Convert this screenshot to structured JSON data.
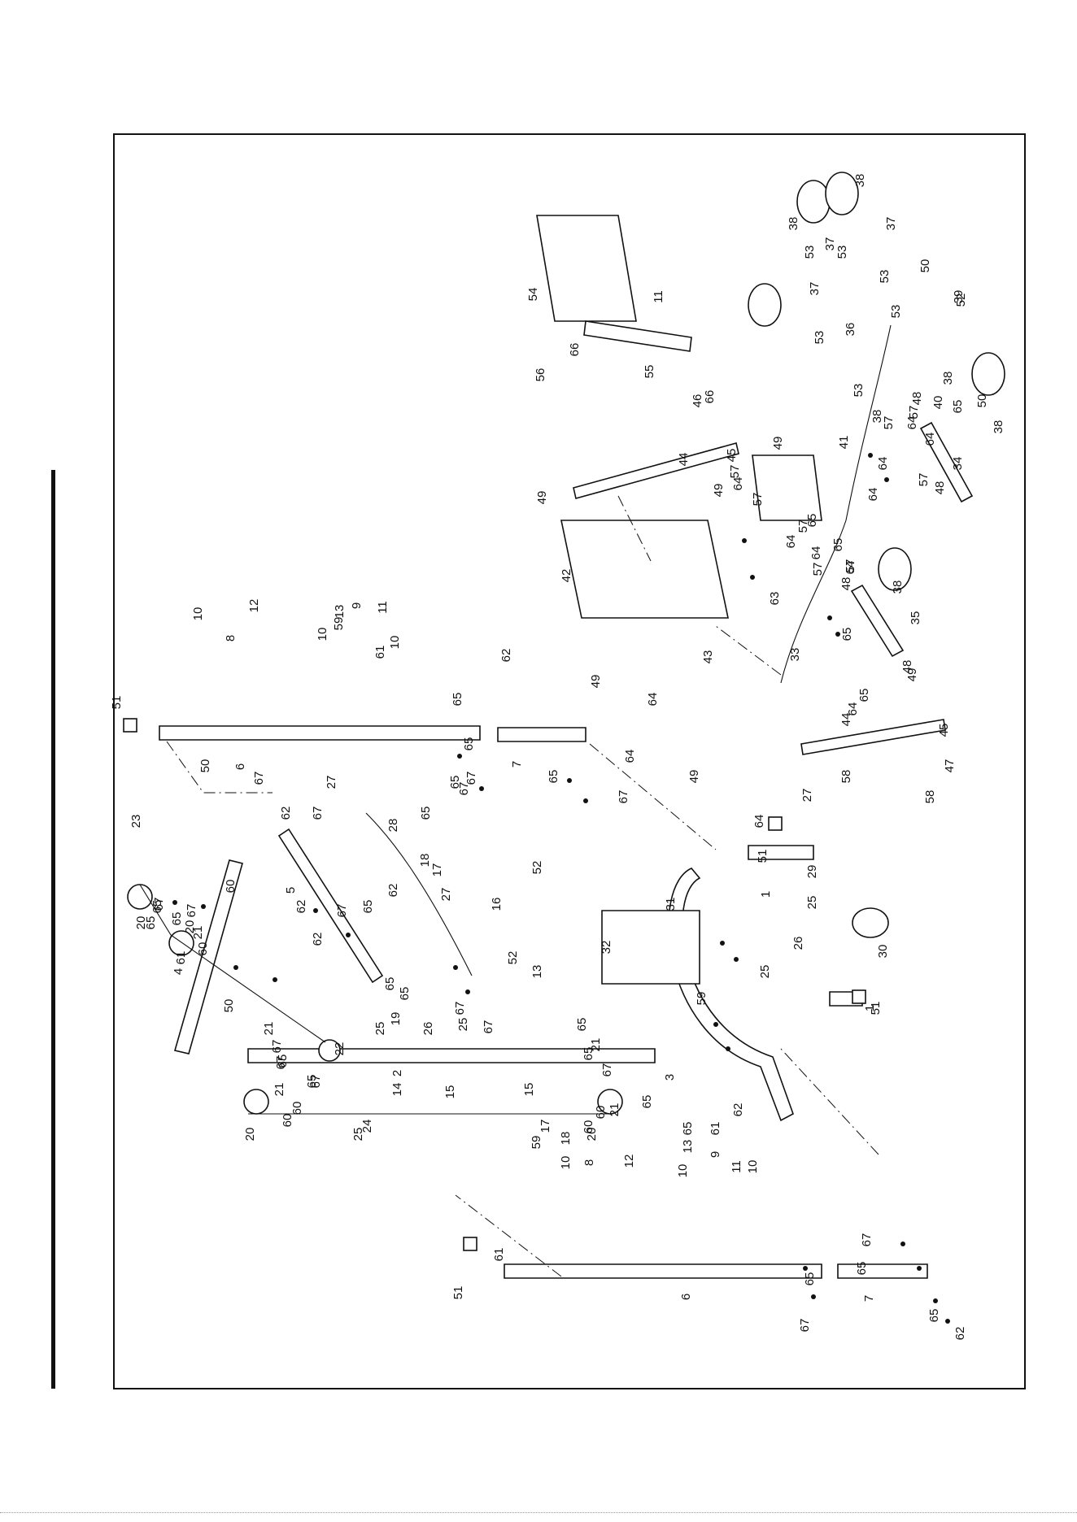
{
  "diagram": {
    "type": "exploded-parts-diagram",
    "rotation": "rotated 90 degrees counter-clockwise",
    "callouts": [
      {
        "n": "1"
      },
      {
        "n": "1"
      },
      {
        "n": "2"
      },
      {
        "n": "3"
      },
      {
        "n": "4"
      },
      {
        "n": "5"
      },
      {
        "n": "6"
      },
      {
        "n": "6"
      },
      {
        "n": "7"
      },
      {
        "n": "7"
      },
      {
        "n": "8"
      },
      {
        "n": "8"
      },
      {
        "n": "9"
      },
      {
        "n": "9"
      },
      {
        "n": "10"
      },
      {
        "n": "10"
      },
      {
        "n": "10"
      },
      {
        "n": "10"
      },
      {
        "n": "10"
      },
      {
        "n": "10"
      },
      {
        "n": "11"
      },
      {
        "n": "11"
      },
      {
        "n": "11"
      },
      {
        "n": "12"
      },
      {
        "n": "12"
      },
      {
        "n": "13"
      },
      {
        "n": "13"
      },
      {
        "n": "13"
      },
      {
        "n": "14"
      },
      {
        "n": "15"
      },
      {
        "n": "15"
      },
      {
        "n": "16"
      },
      {
        "n": "17"
      },
      {
        "n": "17"
      },
      {
        "n": "18"
      },
      {
        "n": "18"
      },
      {
        "n": "19"
      },
      {
        "n": "20"
      },
      {
        "n": "20"
      },
      {
        "n": "20"
      },
      {
        "n": "20"
      },
      {
        "n": "21"
      },
      {
        "n": "21"
      },
      {
        "n": "21"
      },
      {
        "n": "21"
      },
      {
        "n": "21"
      },
      {
        "n": "22"
      },
      {
        "n": "23"
      },
      {
        "n": "24"
      },
      {
        "n": "25"
      },
      {
        "n": "25"
      },
      {
        "n": "25"
      },
      {
        "n": "25"
      },
      {
        "n": "25"
      },
      {
        "n": "26"
      },
      {
        "n": "26"
      },
      {
        "n": "27"
      },
      {
        "n": "27"
      },
      {
        "n": "27"
      },
      {
        "n": "28"
      },
      {
        "n": "29"
      },
      {
        "n": "30"
      },
      {
        "n": "31"
      },
      {
        "n": "32"
      },
      {
        "n": "33"
      },
      {
        "n": "34"
      },
      {
        "n": "35"
      },
      {
        "n": "36"
      },
      {
        "n": "37"
      },
      {
        "n": "37"
      },
      {
        "n": "37"
      },
      {
        "n": "38"
      },
      {
        "n": "38"
      },
      {
        "n": "38"
      },
      {
        "n": "38"
      },
      {
        "n": "38"
      },
      {
        "n": "38"
      },
      {
        "n": "39"
      },
      {
        "n": "40"
      },
      {
        "n": "41"
      },
      {
        "n": "42"
      },
      {
        "n": "43"
      },
      {
        "n": "44"
      },
      {
        "n": "44"
      },
      {
        "n": "45"
      },
      {
        "n": "45"
      },
      {
        "n": "46"
      },
      {
        "n": "47"
      },
      {
        "n": "48"
      },
      {
        "n": "48"
      },
      {
        "n": "48"
      },
      {
        "n": "48"
      },
      {
        "n": "49"
      },
      {
        "n": "49"
      },
      {
        "n": "49"
      },
      {
        "n": "49"
      },
      {
        "n": "49"
      },
      {
        "n": "49"
      },
      {
        "n": "50"
      },
      {
        "n": "50"
      },
      {
        "n": "50"
      },
      {
        "n": "50"
      },
      {
        "n": "51"
      },
      {
        "n": "51"
      },
      {
        "n": "51"
      },
      {
        "n": "51"
      },
      {
        "n": "52"
      },
      {
        "n": "52"
      },
      {
        "n": "52"
      },
      {
        "n": "53"
      },
      {
        "n": "53"
      },
      {
        "n": "53"
      },
      {
        "n": "53"
      },
      {
        "n": "53"
      },
      {
        "n": "53"
      },
      {
        "n": "54"
      },
      {
        "n": "55"
      },
      {
        "n": "56"
      },
      {
        "n": "57"
      },
      {
        "n": "57"
      },
      {
        "n": "57"
      },
      {
        "n": "57"
      },
      {
        "n": "57"
      },
      {
        "n": "57"
      },
      {
        "n": "57"
      },
      {
        "n": "57"
      },
      {
        "n": "58"
      },
      {
        "n": "58"
      },
      {
        "n": "59"
      },
      {
        "n": "59"
      },
      {
        "n": "59"
      },
      {
        "n": "60"
      },
      {
        "n": "60"
      },
      {
        "n": "60"
      },
      {
        "n": "60"
      },
      {
        "n": "60"
      },
      {
        "n": "60"
      },
      {
        "n": "61"
      },
      {
        "n": "61"
      },
      {
        "n": "61"
      },
      {
        "n": "61"
      },
      {
        "n": "62"
      },
      {
        "n": "62"
      },
      {
        "n": "62"
      },
      {
        "n": "62"
      },
      {
        "n": "62"
      },
      {
        "n": "62"
      },
      {
        "n": "62"
      },
      {
        "n": "63"
      },
      {
        "n": "64"
      },
      {
        "n": "64"
      },
      {
        "n": "64"
      },
      {
        "n": "64"
      },
      {
        "n": "64"
      },
      {
        "n": "64"
      },
      {
        "n": "64"
      },
      {
        "n": "64"
      },
      {
        "n": "64"
      },
      {
        "n": "64"
      },
      {
        "n": "64"
      },
      {
        "n": "64"
      },
      {
        "n": "65"
      },
      {
        "n": "65"
      },
      {
        "n": "65"
      },
      {
        "n": "65"
      },
      {
        "n": "65"
      },
      {
        "n": "65"
      },
      {
        "n": "65"
      },
      {
        "n": "65"
      },
      {
        "n": "65"
      },
      {
        "n": "65"
      },
      {
        "n": "65"
      },
      {
        "n": "65"
      },
      {
        "n": "65"
      },
      {
        "n": "65"
      },
      {
        "n": "65"
      },
      {
        "n": "65"
      },
      {
        "n": "65"
      },
      {
        "n": "65"
      },
      {
        "n": "65"
      },
      {
        "n": "65"
      },
      {
        "n": "65"
      },
      {
        "n": "65"
      },
      {
        "n": "65"
      },
      {
        "n": "65"
      },
      {
        "n": "65"
      },
      {
        "n": "66"
      },
      {
        "n": "66"
      },
      {
        "n": "67"
      },
      {
        "n": "67"
      },
      {
        "n": "67"
      },
      {
        "n": "67"
      },
      {
        "n": "67"
      },
      {
        "n": "67"
      },
      {
        "n": "67"
      },
      {
        "n": "67"
      },
      {
        "n": "67"
      },
      {
        "n": "67"
      },
      {
        "n": "67"
      },
      {
        "n": "67"
      },
      {
        "n": "67"
      },
      {
        "n": "67"
      },
      {
        "n": "67"
      },
      {
        "n": "67"
      }
    ]
  }
}
